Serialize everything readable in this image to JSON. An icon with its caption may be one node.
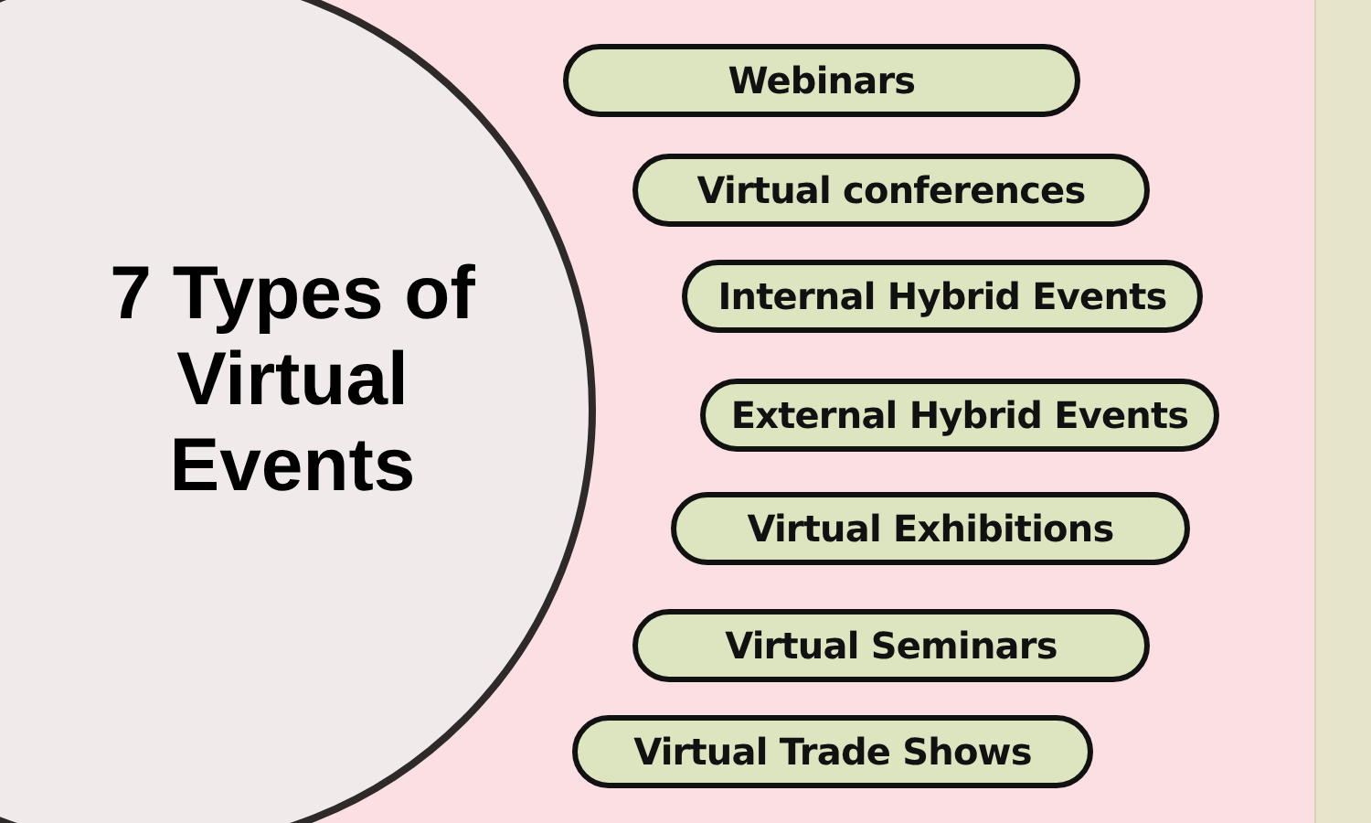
{
  "diagram": {
    "nodes": [
      {
        "text": [
          "7 Types of Virtual Events"
        ]
      },
      {
        "text": [
          "Webinars"
        ]
      },
      {
        "text": [
          "Virtual conferences"
        ]
      },
      {
        "text": [
          "Internal Hybrid Events"
        ]
      },
      {
        "text": [
          "External Hybrid Events"
        ]
      },
      {
        "text": [
          "Virtual Exhibitions"
        ]
      },
      {
        "text": [
          "Virtual Seminars"
        ]
      },
      {
        "text": [
          "Virtual Trade Shows"
        ]
      }
    ],
    "edges": []
  }
}
